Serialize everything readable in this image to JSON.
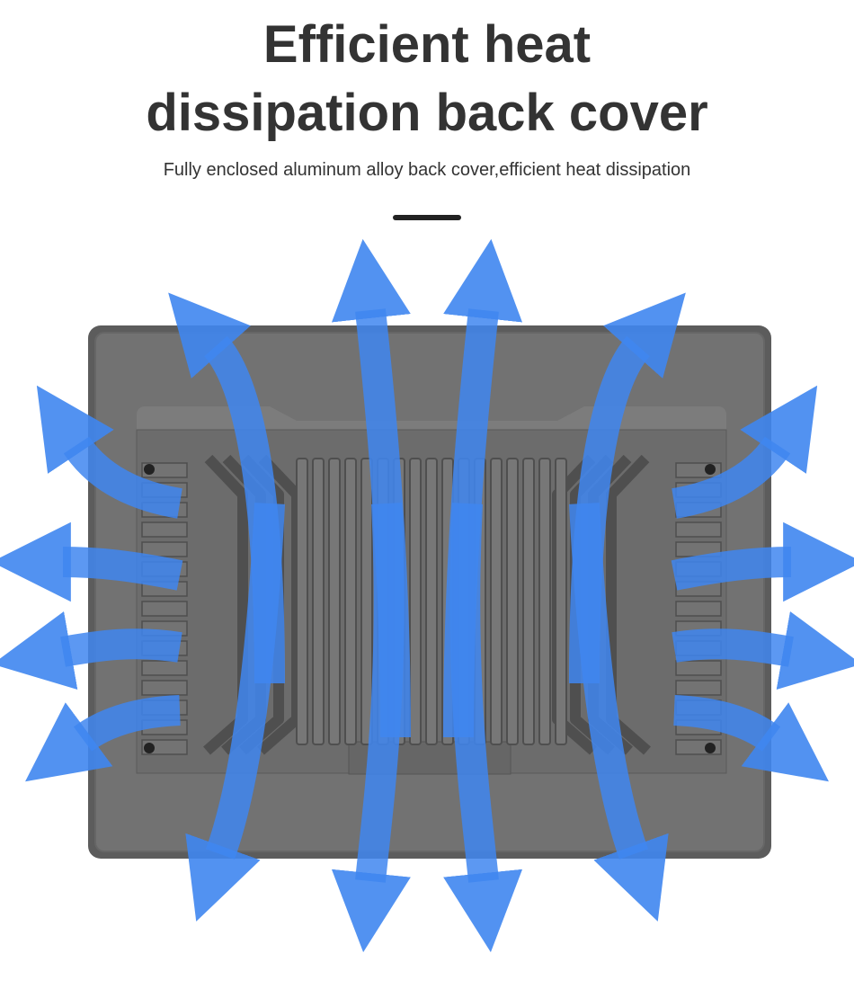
{
  "heading": {
    "line1": "Efficient heat",
    "line2": "dissipation back cover",
    "subtitle": "Fully enclosed aluminum alloy back cover,efficient heat dissipation"
  },
  "colors": {
    "arrow": "#3f86f0",
    "device": "#6f6f6f",
    "device_dark": "#555555",
    "text": "#333333"
  },
  "icons": [
    "airflow-arrow-icon"
  ]
}
